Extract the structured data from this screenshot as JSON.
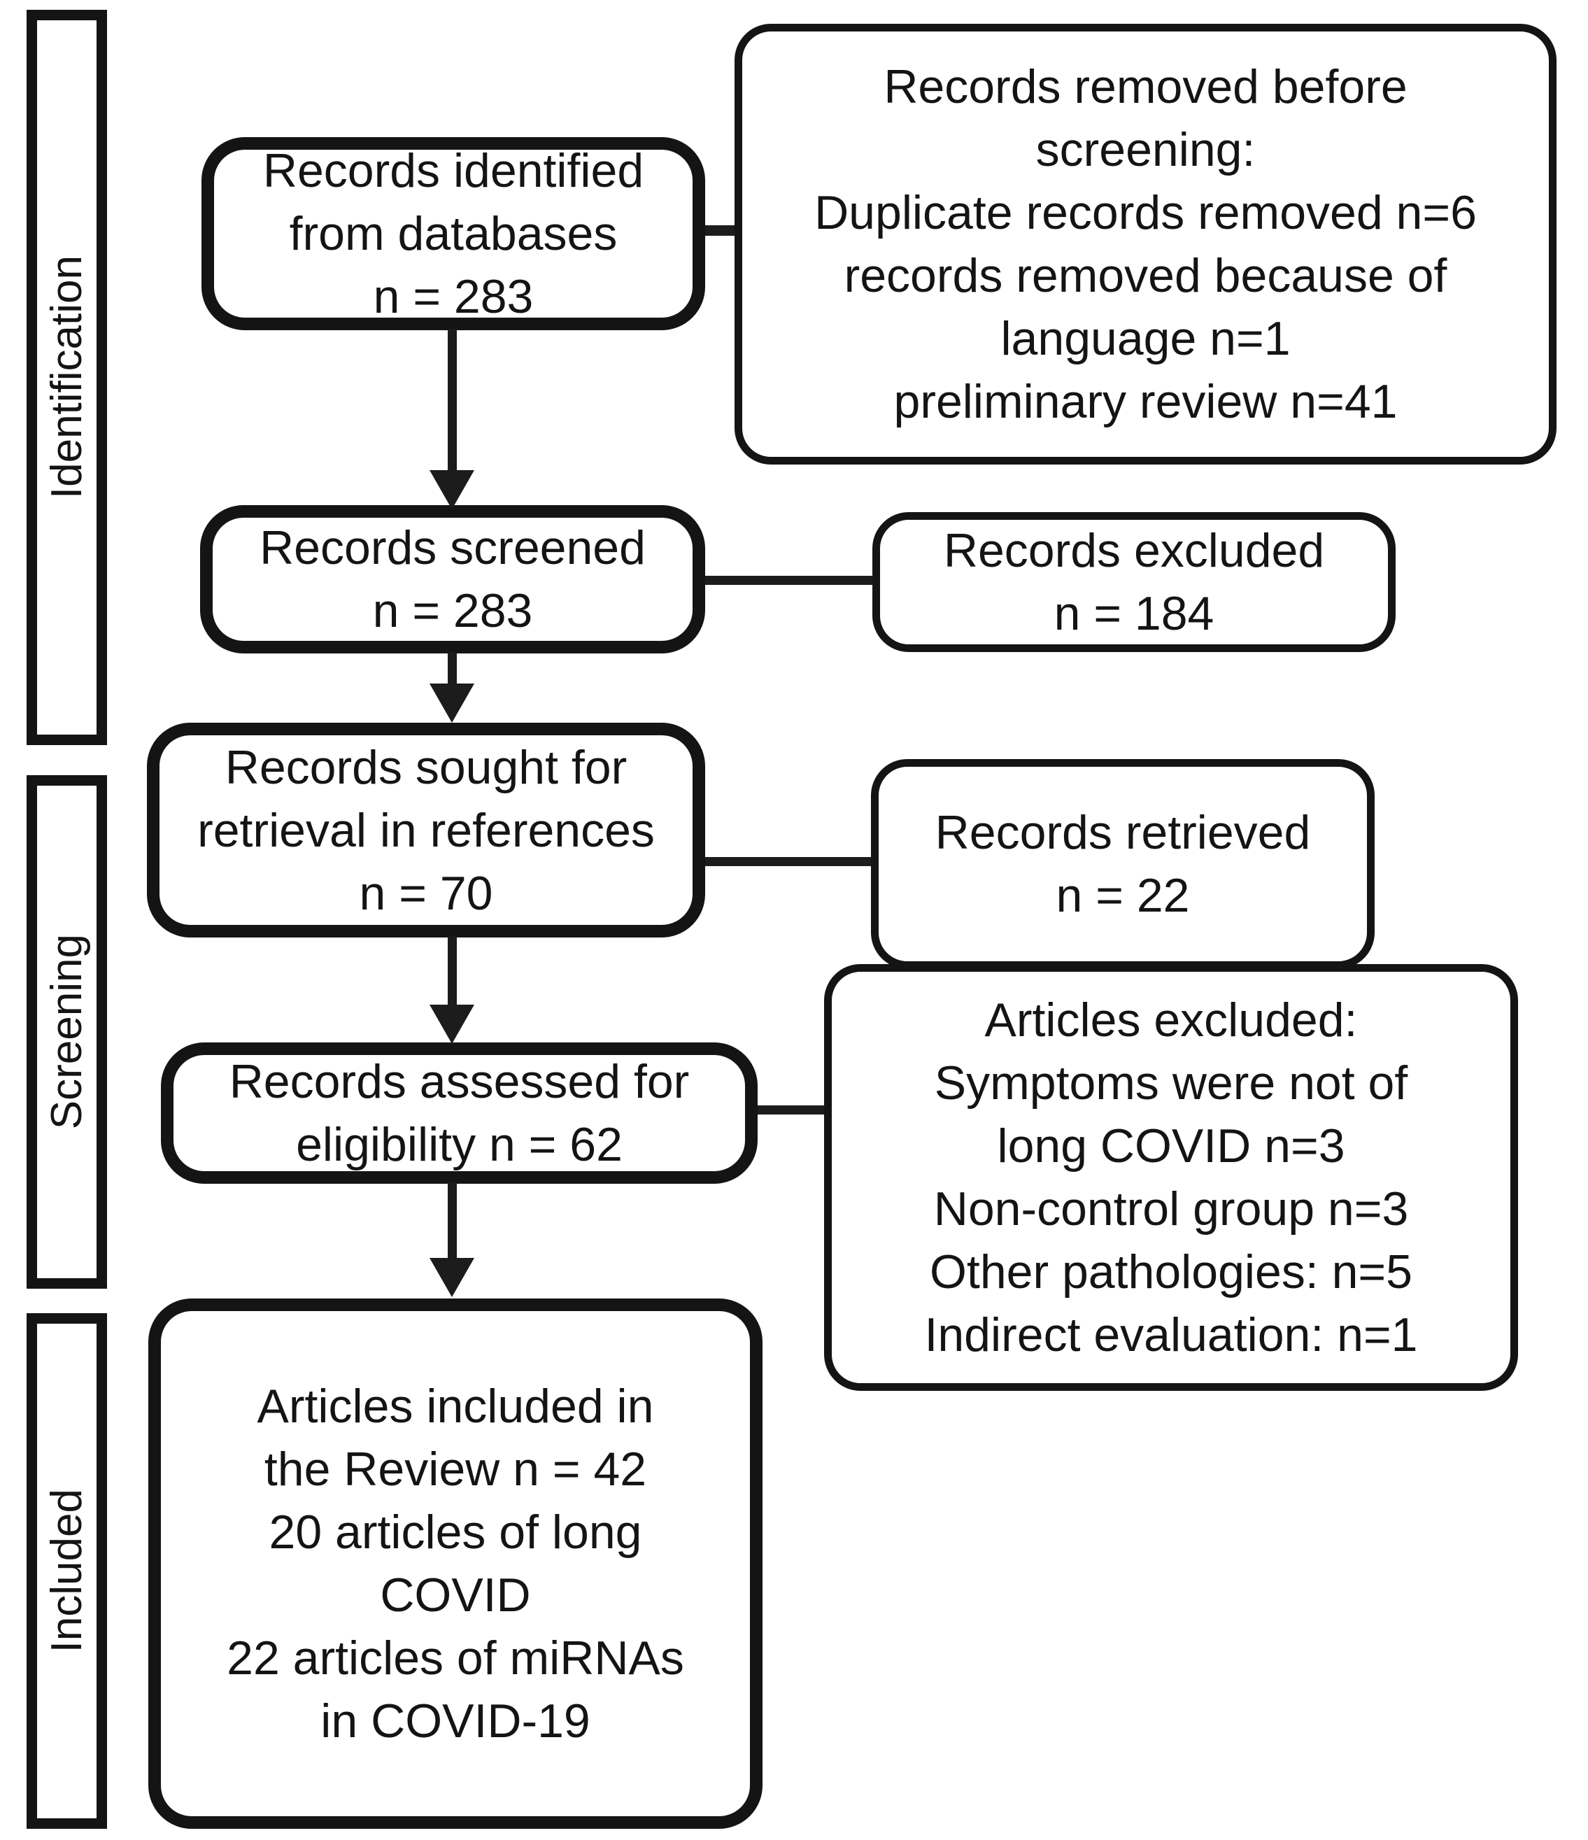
{
  "diagram": {
    "type": "prisma-flow-diagram",
    "colors": {
      "ink": "#141414",
      "background": "#ffffff"
    },
    "stages": [
      {
        "label": "Identification"
      },
      {
        "label": "Screening"
      },
      {
        "label": "Included"
      }
    ],
    "flow_boxes": {
      "identified": {
        "lines": [
          "Records identified",
          "from databases",
          "n = 283"
        ]
      },
      "screened": {
        "lines": [
          "Records screened",
          "n = 283"
        ]
      },
      "sought": {
        "lines": [
          "Records sought for",
          "retrieval in references",
          "n = 70"
        ]
      },
      "assessed": {
        "lines": [
          "Records assessed for",
          "eligibility n = 62"
        ]
      },
      "included": {
        "lines": [
          "Articles included in",
          "the Review n = 42",
          "20 articles of long",
          "COVID",
          "22 articles of miRNAs",
          "in COVID-19"
        ]
      }
    },
    "side_boxes": {
      "removed_before_screening": {
        "lines": [
          "Records removed before",
          "screening:",
          "Duplicate records removed n=6",
          "records removed because of",
          "language n=1",
          "preliminary review n=41"
        ]
      },
      "records_excluded": {
        "lines": [
          "Records excluded",
          "n = 184"
        ]
      },
      "records_retrieved": {
        "lines": [
          "Records retrieved",
          "n = 22"
        ]
      },
      "articles_excluded": {
        "lines": [
          "Articles excluded:",
          "Symptoms were not of",
          "long COVID n=3",
          "Non-control group n=3",
          "Other pathologies: n=5",
          "Indirect evaluation: n=1"
        ]
      }
    }
  }
}
